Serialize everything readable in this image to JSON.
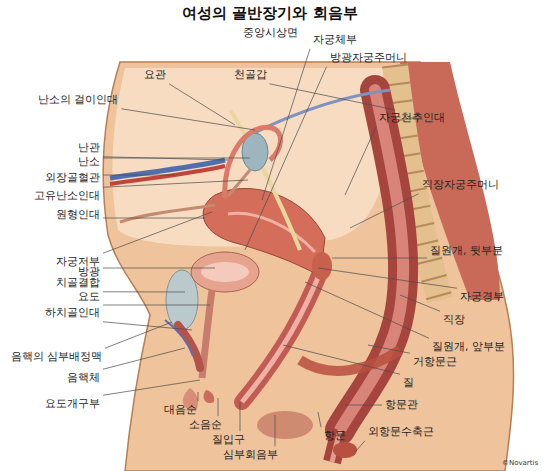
{
  "diagram": {
    "title": "여성의 골반장기와 회음부",
    "labels": [
      "중앙시상면",
      "자궁체부",
      "방광자궁주머니",
      "요관",
      "천골갑",
      "난소의 걸이인대",
      "자궁천추인대",
      "난관",
      "난소",
      "외장골혈관",
      "고유난소인대",
      "직장자궁주머니",
      "원형인대",
      "질원개, 뒷부분",
      "자궁저부",
      "방광",
      "치골결합",
      "요도",
      "자궁경부",
      "하치골인대",
      "직장",
      "질원개, 앞부분",
      "음핵의 심부배정맥",
      "거항문근",
      "음핵체",
      "질",
      "요도개구부",
      "항문관",
      "대음순",
      "소음순",
      "외항문수축근",
      "항문",
      "질입구",
      "심부회음부",
      "©Novartis"
    ]
  }
}
